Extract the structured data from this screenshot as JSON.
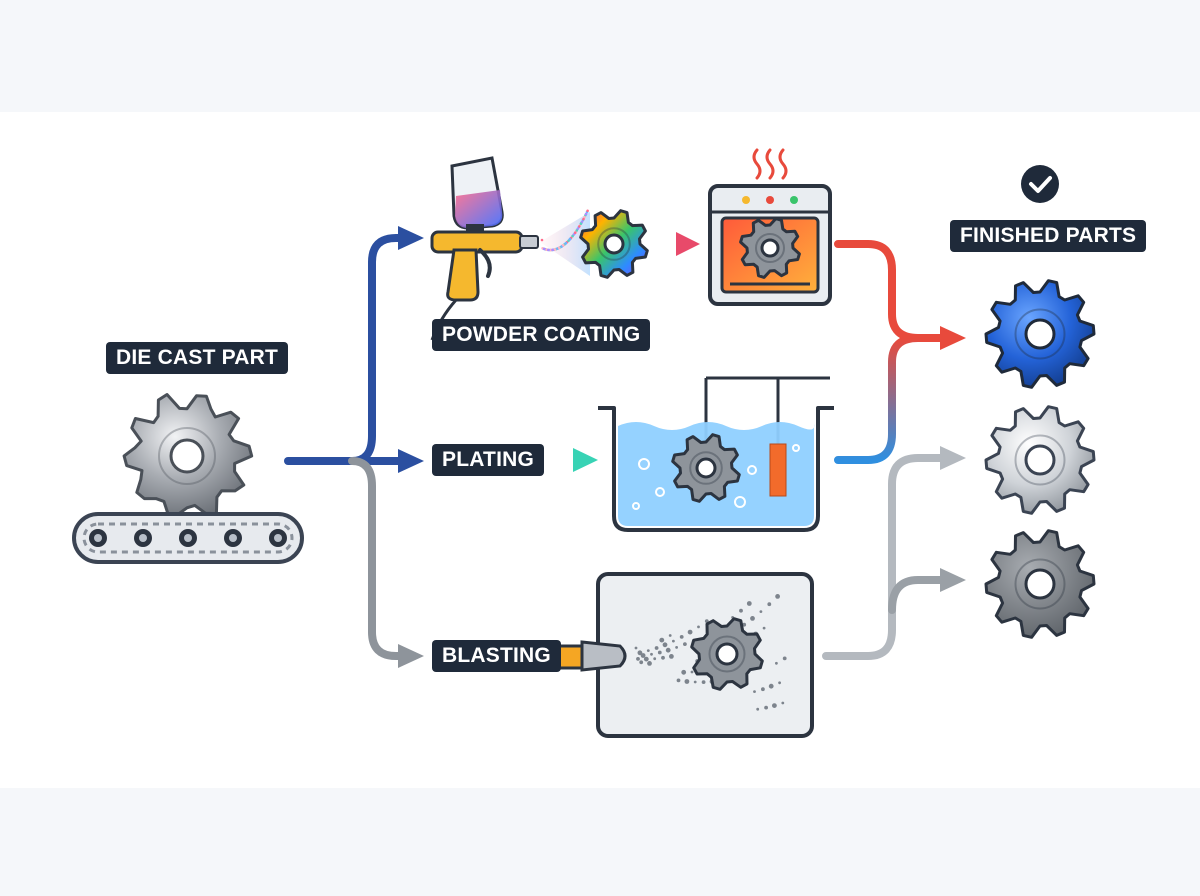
{
  "labels": {
    "die_cast_part": "DIE CAST PART",
    "powder_coating": "POWDER COATING",
    "plating": "PLATING",
    "blasting": "BLASTING",
    "finished_parts": "FINISHED PARTS"
  },
  "colors": {
    "label_bg": "#1f2a3a",
    "blue_path": "#2b4fa0",
    "red_path": "#e84a3c",
    "water_path": "#2f8fe0",
    "gray_path": "#9aa0a6",
    "oven_glow": "#f26b2b",
    "tank_water": "#8fd0ff",
    "nozzle_orange": "#f5a623",
    "check_badge": "#1f2a3a"
  },
  "icons": [
    "raw-gear-icon",
    "conveyor-icon",
    "spray-gun-icon",
    "rainbow-gear-icon",
    "oven-icon",
    "plating-tank-icon",
    "blast-cabinet-icon",
    "blue-gear-icon",
    "silver-gear-icon",
    "gray-gear-icon",
    "check-icon"
  ]
}
